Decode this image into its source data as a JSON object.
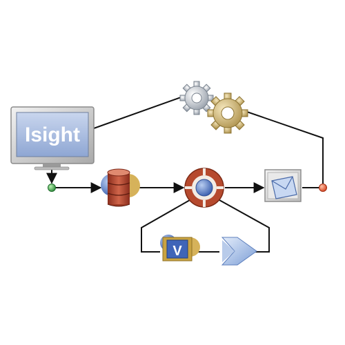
{
  "monitor": {
    "label": "Isight",
    "screen_color": "#9fb4d9",
    "icon": "monitor-icon"
  },
  "nodes": [
    {
      "id": "start",
      "icon": "start-node-icon",
      "color": "#3aa64a"
    },
    {
      "id": "database",
      "icon": "database-icon",
      "color": "#b5472b"
    },
    {
      "id": "loop",
      "icon": "loop-control-icon",
      "color": "#b64a2e"
    },
    {
      "id": "mail",
      "icon": "envelope-icon",
      "color": "#6d8fc7"
    },
    {
      "id": "end",
      "icon": "end-node-icon",
      "color": "#e0532f"
    },
    {
      "id": "gears",
      "icon": "gears-icon",
      "color": "#c7b27a"
    },
    {
      "id": "script",
      "icon": "script-icon",
      "color": "#3f65b8"
    },
    {
      "id": "forward",
      "icon": "forward-arrow-icon",
      "color": "#7c9ed6"
    }
  ],
  "script_glyph": "V"
}
